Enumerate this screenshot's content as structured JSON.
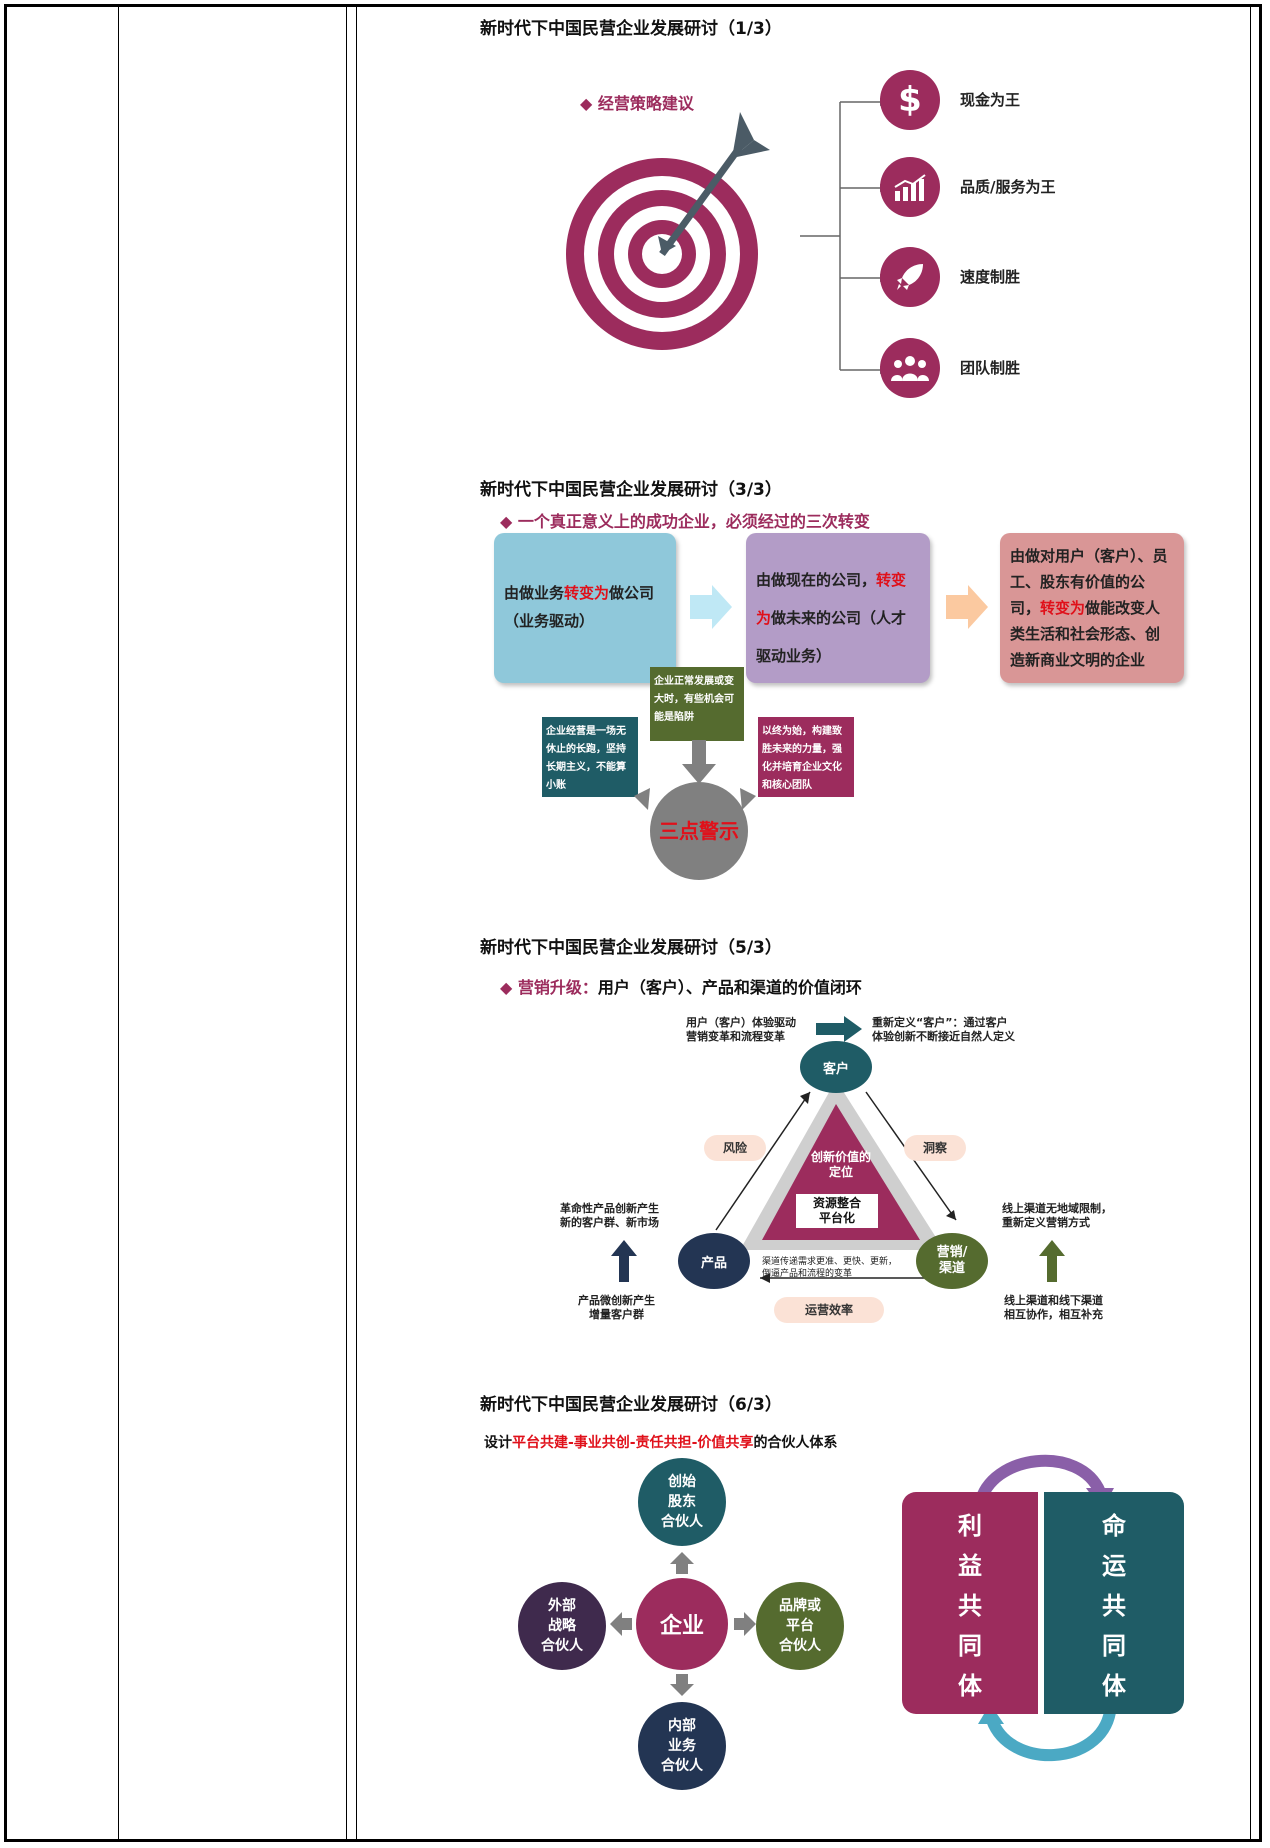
{
  "colors": {
    "plum": "#9c2c5d",
    "teal": "#1f5c66",
    "navy": "#233553",
    "olive": "#556b2f",
    "purple": "#3f2a4d",
    "gray": "#808080"
  },
  "sec1": {
    "title": "新时代下中国民营企业发展研讨（1/3）",
    "bullet": "◆ 经营策略建议",
    "items": [
      {
        "label": "现金为王",
        "icon": "dollar-icon"
      },
      {
        "label": "品质/服务为王",
        "icon": "growth-chart-icon"
      },
      {
        "label": "速度制胜",
        "icon": "rocket-icon"
      },
      {
        "label": "团队制胜",
        "icon": "team-icon"
      }
    ]
  },
  "sec2": {
    "title": "新时代下中国民营企业发展研讨（3/3）",
    "bullet": "◆ 一个真正意义上的成功企业，必须经过的三次转变",
    "box1": {
      "a": "由做业务",
      "b": "转变为",
      "c": "做公司",
      "d": "（业务驱动）"
    },
    "box2": {
      "a": "由做现在的公司，",
      "b": "转变",
      "c": "为",
      "d": "做未来的公司（人才驱动业务）"
    },
    "box3": {
      "a": "由做对用户（客户）、员工、股东有价值的公司，",
      "b": "转变为",
      "c": "做能改变人类生活和社会形态、创造新商业文明的企业"
    },
    "warn_left": "企业经营是一场无休止的长跑，坚持长期主义，不能算小账",
    "warn_mid": "企业正常发展或变大时，有些机会可能是陷阱",
    "warn_right": "以终为始，构建致胜未来的力量，强化并培育企业文化和核心团队",
    "center": "三点警示"
  },
  "sec3": {
    "title": "新时代下中国民营企业发展研讨（5/3）",
    "bullet_a": "◆ 营销升级：",
    "bullet_b": "用户（客户）、产品和渠道的价值闭环",
    "top_left": "用户（客户）体验驱动\n营销变革和流程变革",
    "top_right": "重新定义“客户”：通过客户\n体验创新不断接近自然人定义",
    "node_top": "客户",
    "node_left": "产品",
    "node_right": "营销/\n渠道",
    "pill_risk": "风险",
    "pill_insight": "洞察",
    "pill_ops": "运营效率",
    "tri_top": "创新价值的\n定位",
    "tri_box": "资源整合\n平台化",
    "bottom_text": "渠道传递需求更准、更快、更新，\n倒逼产品和流程的变革",
    "left_top": "革命性产品创新产生\n新的客户群、新市场",
    "left_bottom": "产品微创新产生\n增量客户群",
    "right_top": "线上渠道无地域限制，\n重新定义营销方式",
    "right_bottom": "线上渠道和线下渠道\n相互协作，相互补充"
  },
  "sec4": {
    "title": "新时代下中国民营企业发展研讨（6/3）",
    "sub_a": "设计",
    "sub_b": "平台共建-事业共创-责任共担-价值共享",
    "sub_c": "的合伙人体系",
    "center": "企业",
    "top": "创始\n股东\n合伙人",
    "left": "外部\n战略\n合伙人",
    "right": "品牌或\n平台\n合伙人",
    "bottom": "内部\n业务\n合伙人",
    "col_left": [
      "利",
      "益",
      "共",
      "同",
      "体"
    ],
    "col_right": [
      "命",
      "运",
      "共",
      "同",
      "体"
    ]
  }
}
